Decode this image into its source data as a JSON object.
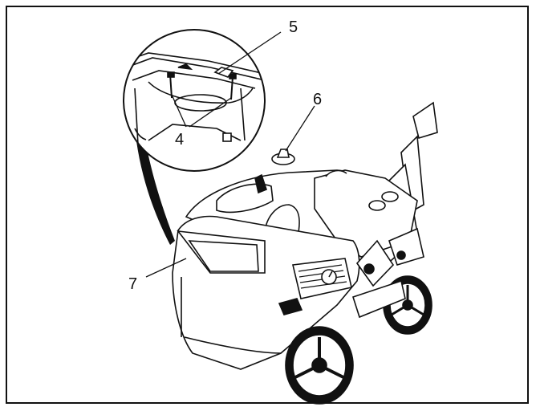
{
  "diagram": {
    "callouts": {
      "c4": "4",
      "c5": "5",
      "c6": "6",
      "c7": "7"
    }
  }
}
